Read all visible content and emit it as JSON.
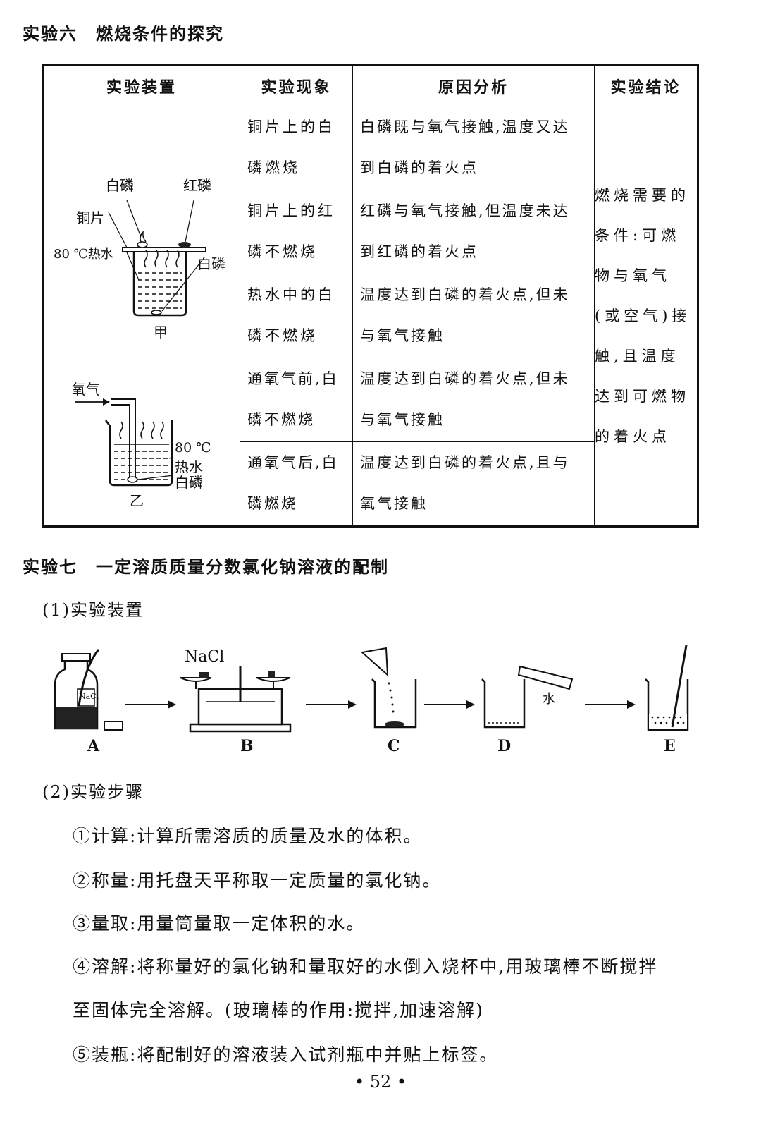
{
  "section6": {
    "title_num": "实验六",
    "title_text": "燃烧条件的探究",
    "headers": [
      "实验装置",
      "实验现象",
      "原因分析",
      "实验结论"
    ],
    "rows": [
      {
        "phenomenon": [
          "铜片上的白",
          "磷燃烧"
        ],
        "reason": [
          "白磷既与氧气接触,温度又达",
          "到白磷的着火点"
        ]
      },
      {
        "phenomenon": [
          "铜片上的红",
          "磷不燃烧"
        ],
        "reason": [
          "红磷与氧气接触,但温度未达",
          "到红磷的着火点"
        ]
      },
      {
        "phenomenon": [
          "热水中的白",
          "磷不燃烧"
        ],
        "reason": [
          "温度达到白磷的着火点,但未",
          "与氧气接触"
        ]
      },
      {
        "phenomenon": [
          "通氧气前,白",
          "磷不燃烧"
        ],
        "reason": [
          "温度达到白磷的着火点,但未",
          "与氧气接触"
        ]
      },
      {
        "phenomenon": [
          "通氧气后,白",
          "磷燃烧"
        ],
        "reason": [
          "温度达到白磷的着火点,且与",
          "氧气接触"
        ]
      }
    ],
    "conclusion": [
      "燃烧需要的",
      "条件:可燃",
      "物与氧气",
      "(或空气)接",
      "触,且温度",
      "达到可燃物",
      "的着火点"
    ],
    "apparatus1": {
      "white_p": "白磷",
      "red_p": "红磷",
      "copper": "铜片",
      "hot_water": "80 ℃热水",
      "white_p2": "白磷",
      "caption": "甲"
    },
    "apparatus2": {
      "oxygen": "氧气",
      "temp": "80 ℃",
      "hot_water": "热水",
      "white_p": "白磷",
      "caption": "乙"
    }
  },
  "section7": {
    "title_num": "实验七",
    "title_text": "一定溶质质量分数氯化钠溶液的配制",
    "sub1": "(1)实验装置",
    "sub2": "(2)实验步骤",
    "diagram": {
      "nacl_balance": "NaCl",
      "nacl_bottle": "NaCl",
      "water": "水",
      "labels": [
        "A",
        "B",
        "C",
        "D",
        "E"
      ]
    },
    "steps": [
      "①计算:计算所需溶质的质量及水的体积。",
      "②称量:用托盘天平称取一定质量的氯化钠。",
      "③量取:用量筒量取一定体积的水。",
      "④溶解:将称量好的氯化钠和量取好的水倒入烧杯中,用玻璃棒不断搅拌",
      "至固体完全溶解。(玻璃棒的作用:搅拌,加速溶解)",
      "⑤装瓶:将配制好的溶液装入试剂瓶中并贴上标签。"
    ]
  },
  "page_number": "• 52 •"
}
